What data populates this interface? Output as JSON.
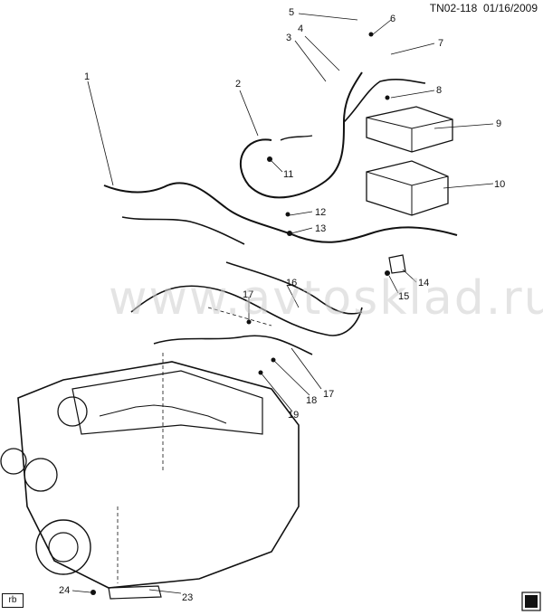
{
  "header": {
    "drawing_id": "TN02-118",
    "date": "01/16/2009"
  },
  "watermark": "www.avtosklad.ru",
  "badge": "rb",
  "callouts": [
    "1",
    "2",
    "3",
    "4",
    "5",
    "6",
    "7",
    "8",
    "9",
    "10",
    "11",
    "12",
    "13",
    "14",
    "15",
    "16",
    "17",
    "17",
    "18",
    "19",
    "23",
    "24"
  ],
  "colors": {
    "line": "#111111",
    "watermark": "#cfcfcf"
  },
  "icons": {
    "corner_logo": "gm-logo-icon"
  }
}
